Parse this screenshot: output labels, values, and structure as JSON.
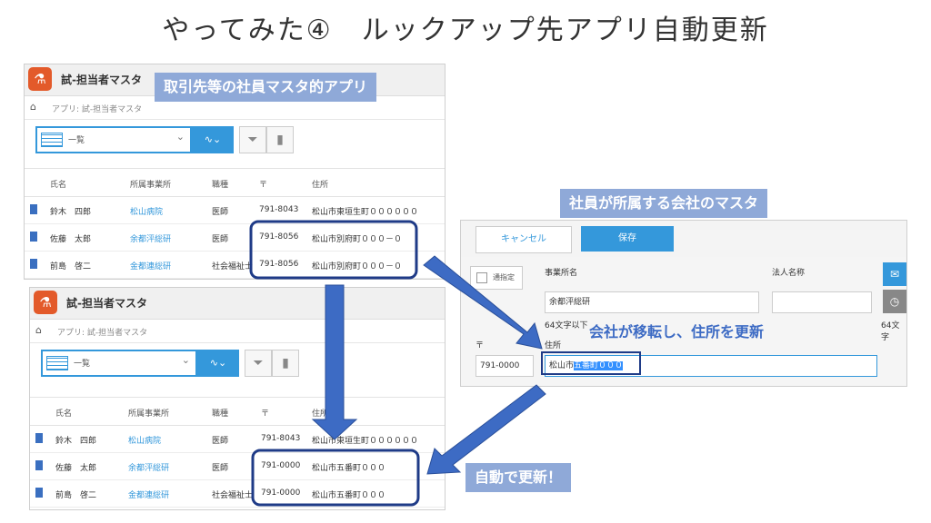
{
  "slide_title": "やってみた④　ルックアップ先アプリ自動更新",
  "callouts": {
    "top_app": "取引先等の社員マスタ的アプリ",
    "company_master": "社員が所属する会社のマスタ",
    "relocated": "会社が移転し、住所を更新",
    "auto_updated": "自動で更新！"
  },
  "apps": {
    "title": "試-担当者マスタ",
    "breadcrumb": "アプリ: 試-担当者マスタ",
    "view_name": "一覧"
  },
  "table_headers": [
    "氏名",
    "所属事業所",
    "職種",
    "〒",
    "住所"
  ],
  "table_before": [
    {
      "name": "鈴木　四郎",
      "office": "松山病院",
      "job": "医師",
      "zip": "791-8043",
      "address": "松山市東垣生町００００００"
    },
    {
      "name": "佐藤　太郎",
      "office": "余都泙総研",
      "job": "医師",
      "zip": "791-8056",
      "address": "松山市別府町０００－０"
    },
    {
      "name": "前島　啓二",
      "office": "金都連総研",
      "job": "社会福祉士",
      "zip": "791-8056",
      "address": "松山市別府町０００－０"
    }
  ],
  "table_after": [
    {
      "name": "鈴木　四郎",
      "office": "松山病院",
      "job": "医師",
      "zip": "791-8043",
      "address": "松山市東垣生町００００００"
    },
    {
      "name": "佐藤　太郎",
      "office": "余都泙総研",
      "job": "医師",
      "zip": "791-0000",
      "address": "松山市五番町０００"
    },
    {
      "name": "前島　啓二",
      "office": "金都連総研",
      "job": "社会福祉士",
      "zip": "791-0000",
      "address": "松山市五番町０００"
    }
  ],
  "form": {
    "cancel": "キャンセル",
    "save": "保存",
    "checkbox_label": "通指定",
    "office_label": "事業所名",
    "office_value": "余都泙総研",
    "corp_label": "法人名称",
    "limit_note": "64文字以下",
    "limit_note_right": "64文字",
    "zip_label": "〒",
    "zip_value": "791-0000",
    "address_label": "住所",
    "address_prefix": "松山市",
    "address_selected": "五番町０００",
    "side_icons": [
      "chat-icon",
      "history-icon"
    ]
  },
  "colors": {
    "accent": "#3498db",
    "callout": "#8fa9d8",
    "arrow": "#3d6bc4",
    "highlight_box": "#1f3b87"
  }
}
